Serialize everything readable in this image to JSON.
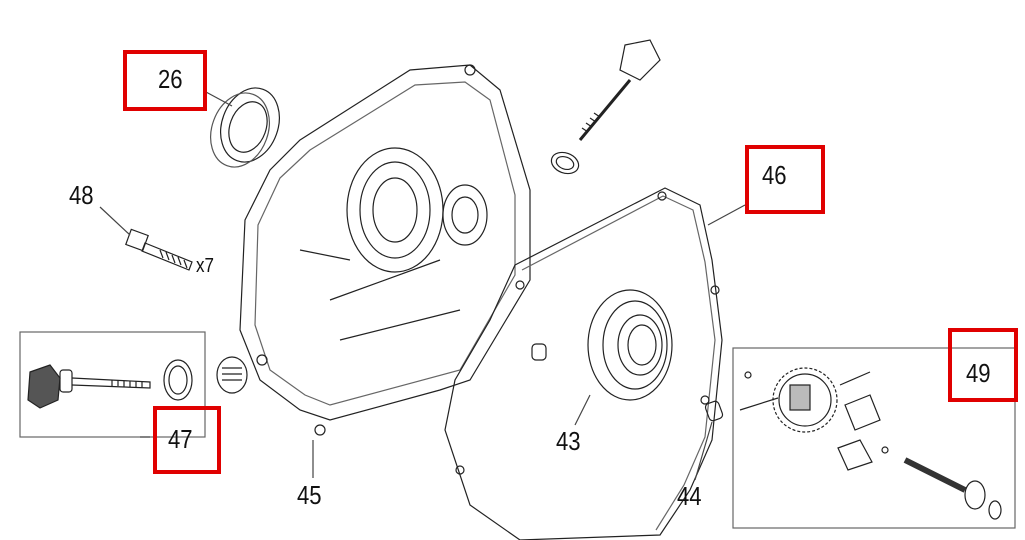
{
  "diagram": {
    "highlight_color": "#e00000",
    "parts": [
      {
        "id": "26",
        "label": "26",
        "highlighted": true
      },
      {
        "id": "48",
        "label": "48",
        "highlighted": false,
        "quantity": "x7"
      },
      {
        "id": "47",
        "label": "47",
        "highlighted": true
      },
      {
        "id": "45",
        "label": "45",
        "highlighted": false
      },
      {
        "id": "43",
        "label": "43",
        "highlighted": false
      },
      {
        "id": "46",
        "label": "46",
        "highlighted": true
      },
      {
        "id": "44",
        "label": "44",
        "highlighted": false
      },
      {
        "id": "49",
        "label": "49",
        "highlighted": true
      }
    ]
  }
}
